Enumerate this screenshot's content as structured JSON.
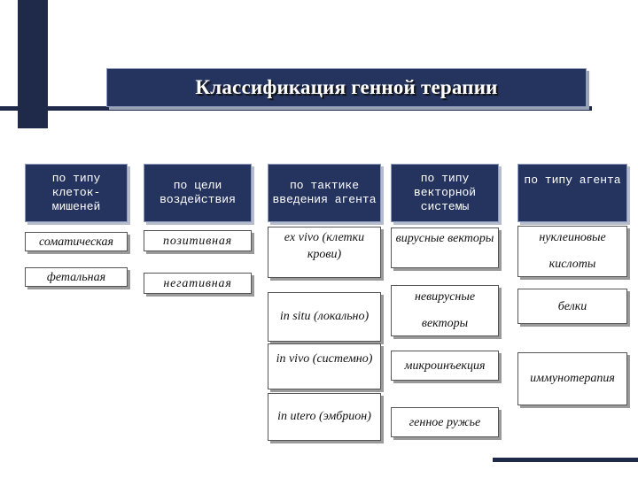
{
  "title": "Классификация генной терапии",
  "columns": [
    {
      "header": "по типу клеток-мишеней",
      "items": [
        "соматическая",
        "фетальная"
      ]
    },
    {
      "header": "по цели воздействия",
      "items": [
        "позитивная",
        "негативная"
      ]
    },
    {
      "header": "по тактике введения агента",
      "items": [
        "ex vivo (клетки крови)",
        "in situ (локально)",
        "in vivo (системно)",
        "in utero (эмбрион)"
      ]
    },
    {
      "header": "по типу векторной системы",
      "items": [
        "вирусные векторы",
        "невирусные векторы",
        "микроинъекция",
        "генное ружье"
      ]
    },
    {
      "header": "по типу агента",
      "items": [
        "нуклеиновые кислоты",
        "белки",
        "иммунотерапия"
      ]
    }
  ]
}
